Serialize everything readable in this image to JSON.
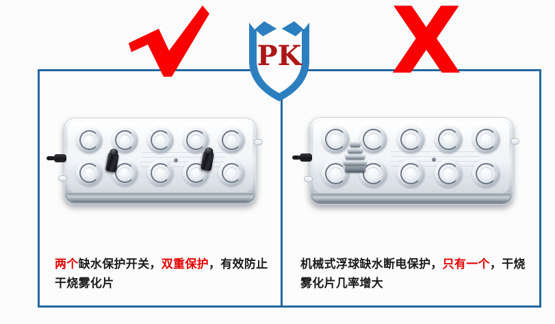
{
  "badge": {
    "shield_label": "PK",
    "shield_color": "#2C7FBF",
    "shield_text_color": "#AD1717"
  },
  "marks": {
    "good_icon": "red-check-mark",
    "bad_icon": "red-cross-mark",
    "cross_glyph": "X",
    "mark_color": "#FA0000"
  },
  "frame": {
    "border_color": "#22669E",
    "divider_color": "#22669E",
    "background": "#FCFCFC"
  },
  "panels": [
    {
      "side": "good",
      "verdict": "approved",
      "product": {
        "name": "stainless-steel-mist-maker-plate",
        "nozzle_count": 10,
        "nozzle_rows": 2,
        "nozzle_columns": 5,
        "float_switch_type": "electronic-dual-black-probe",
        "float_switch_count": 2
      },
      "caption": {
        "line1_pre_highlight": "两个",
        "line1_mid": "缺水保护开关，",
        "line1_highlight2": "双重保护",
        "line1_post": "，有效防止",
        "line2": "干烧雾化片"
      }
    },
    {
      "side": "bad",
      "verdict": "rejected",
      "product": {
        "name": "stainless-steel-mist-maker-plate",
        "nozzle_count": 10,
        "nozzle_rows": 2,
        "nozzle_columns": 5,
        "float_switch_type": "mechanical-chrome-float-ball",
        "float_switch_count": 1
      },
      "caption": {
        "line1_pre": "机械式浮球缺水断电保护，",
        "line1_highlight": "只有一个",
        "line1_post": "，干烧",
        "line2": "雾化片几率增大"
      }
    }
  ]
}
